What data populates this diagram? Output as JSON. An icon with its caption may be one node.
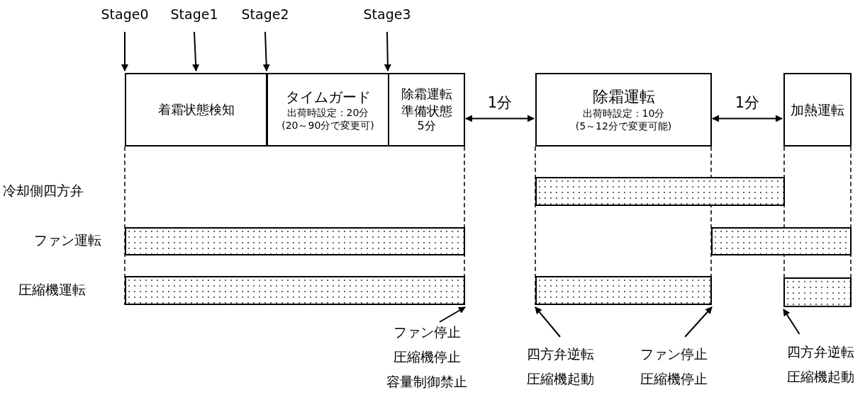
{
  "diagram": {
    "nodes": [
      {
        "text": [
          "Stage0"
        ]
      },
      {
        "text": [
          "Stage1"
        ]
      },
      {
        "text": [
          "Stage2"
        ]
      },
      {
        "text": [
          "Stage3"
        ]
      },
      {
        "text": [
          "着霜状態検知"
        ]
      },
      {
        "text": [
          "タイムガード",
          "出荷時設定：20分",
          "(20～90分で変更可)"
        ]
      },
      {
        "text": [
          "除霜運転",
          "準備状態",
          "5分"
        ]
      },
      {
        "text": [
          "除霜運転",
          "出荷時設定：10分",
          "(5～12分で変更可能)"
        ]
      },
      {
        "text": [
          "加熱運転"
        ]
      },
      {
        "text": [],
        "shape": "bar"
      },
      {
        "text": [],
        "shape": "bar"
      },
      {
        "text": [],
        "shape": "bar"
      },
      {
        "text": [],
        "shape": "bar"
      },
      {
        "text": [],
        "shape": "bar"
      },
      {
        "text": [],
        "shape": "bar"
      },
      {
        "text": [
          "ファン停止",
          "圧縮機停止",
          "容量制御禁止"
        ]
      },
      {
        "text": [
          "四方弁逆転",
          "圧縮機起動"
        ]
      },
      {
        "text": [
          "ファン停止",
          "圧縮機停止"
        ]
      },
      {
        "text": [
          "四方弁逆転",
          "圧縮機起動"
        ]
      }
    ],
    "edges": [
      {
        "from": 0,
        "to": 4,
        "arrow": "to"
      },
      {
        "from": 1,
        "to": 4,
        "arrow": "to"
      },
      {
        "from": 2,
        "to": 5,
        "arrow": "to"
      },
      {
        "from": 3,
        "to": 6,
        "arrow": "to"
      },
      {
        "from": 6,
        "to": 7,
        "arrow": "both",
        "label": "1分"
      },
      {
        "from": 7,
        "to": 8,
        "arrow": "both",
        "label": "1分"
      },
      {
        "from": 15,
        "to": 12,
        "arrow": "to"
      },
      {
        "from": 16,
        "to": 13,
        "arrow": "to"
      },
      {
        "from": 17,
        "to": 13,
        "arrow": "to"
      },
      {
        "from": 18,
        "to": 14,
        "arrow": "to"
      }
    ],
    "labels": [
      "冷却側四方弁",
      "ファン運転",
      "圧縮機運転"
    ]
  }
}
